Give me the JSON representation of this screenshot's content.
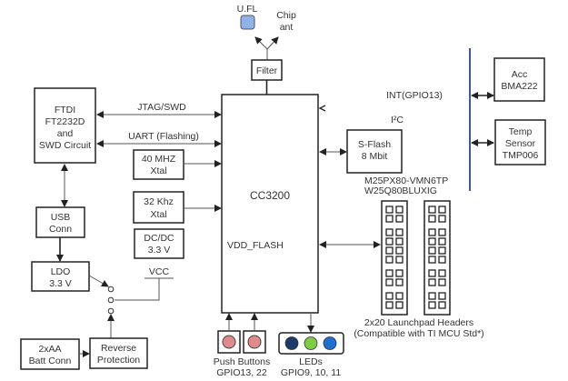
{
  "diagram": {
    "antenna": {
      "ufl_label": "U.FL",
      "chip_label": [
        "Chip",
        "ant"
      ],
      "ufl_color": "#8fb3e6"
    },
    "filter": {
      "label": "Filter"
    },
    "ftdi": {
      "lines": [
        "FTDI",
        "FT2232D",
        "and",
        "SWD Circuit"
      ]
    },
    "jtag_label": "JTAG/SWD",
    "uart_label": "UART (Flashing)",
    "xtal40": {
      "lines": [
        "40 MHZ",
        "Xtal"
      ]
    },
    "xtal32": {
      "lines": [
        "32 Khz",
        "Xtal"
      ]
    },
    "dcdc": {
      "lines": [
        "DC/DC",
        "3.3 V"
      ]
    },
    "vcc_label": "VCC",
    "usb": {
      "lines": [
        "USB",
        "Conn"
      ]
    },
    "ldo": {
      "lines": [
        "LDO",
        "3.3 V"
      ]
    },
    "batt": {
      "lines": [
        "2xAA",
        "Batt Conn"
      ]
    },
    "reverse": {
      "lines": [
        "Reverse",
        "Protection"
      ]
    },
    "mcu": {
      "name": "CC3200",
      "vdd_label": "VDD_FLASH",
      "name_color": "#4a5a7a"
    },
    "sflash": {
      "lines": [
        "S-Flash",
        "8 Mbit"
      ],
      "parts": [
        "M25PX80-VMN6TP",
        "W25Q80BLUXIG"
      ]
    },
    "i2c_label": "I²C",
    "int_label": "INT(GPIO13)",
    "bus_color": "#3a5a9a",
    "acc": {
      "lines": [
        "Acc",
        "BMA222"
      ]
    },
    "temp": {
      "lines": [
        "Temp",
        "Sensor",
        "TMP006"
      ]
    },
    "headers": {
      "lines": [
        "2x20 Launchpad Headers",
        "(Compatible with TI MCU Std*)"
      ],
      "pin_groups": [
        2,
        4,
        2,
        2
      ]
    },
    "buttons": {
      "lines": [
        "Push Buttons",
        "GPIO13, 22"
      ],
      "color": "#e08a8a"
    },
    "leds": {
      "lines": [
        "LEDs",
        "GPIO9, 10, 11"
      ],
      "colors": [
        "#1e3a6a",
        "#7ccc44",
        "#1f6fd0"
      ]
    }
  }
}
